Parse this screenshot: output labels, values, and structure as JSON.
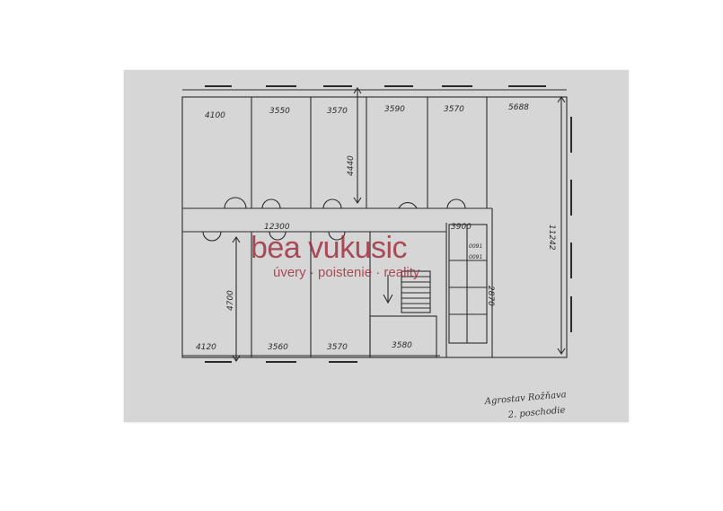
{
  "plan": {
    "dimensions": {
      "top_rooms": [
        "4100",
        "3550",
        "3570",
        "3590",
        "3570",
        "5688"
      ],
      "room_depth": "4440",
      "total_depth": "11242",
      "corridor_length": "12300",
      "stair_width": "3900",
      "bottom_rooms": [
        "4120",
        "3560",
        "3570",
        "3580"
      ],
      "bottom_depth": "4700",
      "sanitary_depth": "2870",
      "small_labels": [
        "0091",
        "0091"
      ]
    },
    "note_line1": "Agrostav Rožňava",
    "note_line2": "2. poschodie"
  },
  "watermark": {
    "brand": "bea vukusic",
    "tagline": "úvery · poistenie · reality"
  },
  "colors": {
    "paper": "#d6d6d6",
    "ink": "#2b2b2b",
    "watermark": "#9e2b3a"
  }
}
